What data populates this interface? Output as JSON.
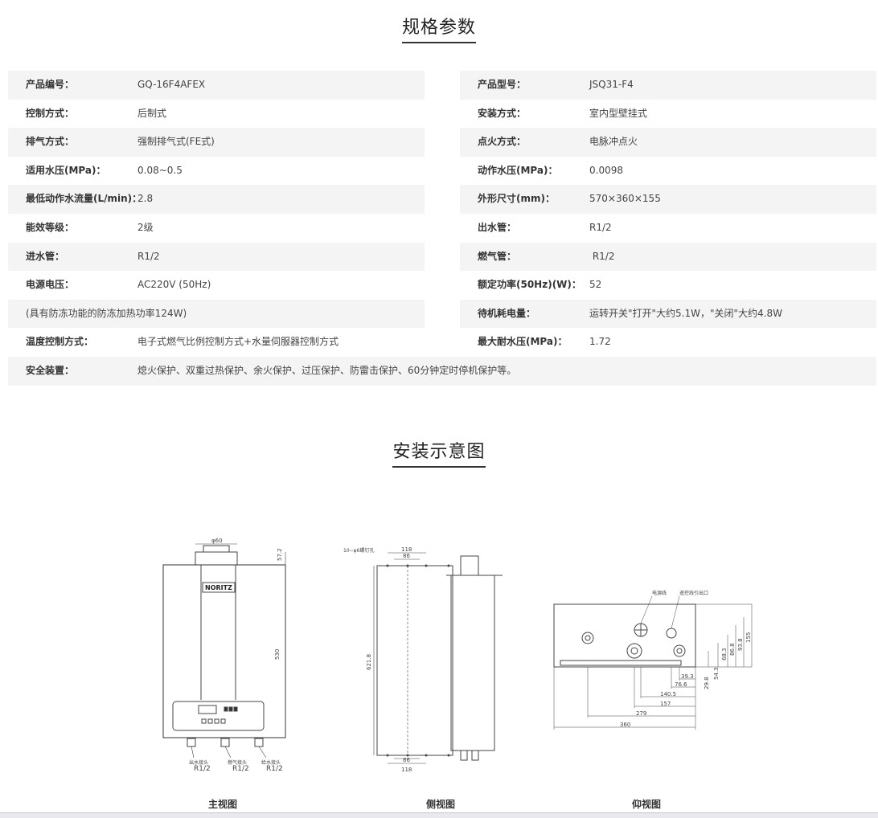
{
  "sections": {
    "specs_title": "规格参数",
    "install_title": "安装示意图"
  },
  "specs": {
    "rows": [
      {
        "l_label": "产品编号：",
        "l_value": "GQ-16F4AFEX",
        "r_label": "产品型号：",
        "r_value": "JSQ31-F4"
      },
      {
        "l_label": "控制方式：",
        "l_value": "后制式",
        "r_label": "安装方式：",
        "r_value": "室内型壁挂式"
      },
      {
        "l_label": "排气方式：",
        "l_value": "强制排气式(FE式)",
        "r_label": "点火方式：",
        "r_value": "电脉冲点火"
      },
      {
        "l_label": "适用水压(MPa)：",
        "l_value": "0.08~0.5",
        "r_label": "动作水压(MPa)：",
        "r_value": "0.0098"
      },
      {
        "l_label": "最低动作水流量(L/min)：",
        "l_value": "2.8",
        "r_label": "外形尺寸(mm)：",
        "r_value": "570×360×155"
      },
      {
        "l_label": "能效等级：",
        "l_value": "2级",
        "r_label": "出水管：",
        "r_value": "R1/2"
      },
      {
        "l_label": "进水管：",
        "l_value": "R1/2",
        "r_label": "燃气管：",
        "r_value": " R1/2"
      },
      {
        "l_label": "电源电压：",
        "l_value": "AC220V (50Hz)",
        "r_label": "额定功率(50Hz)(W)：",
        "r_value": "52"
      },
      {
        "l_text": "(具有防冻功能的防冻加热功率124W)",
        "r_label": "待机耗电量：",
        "r_value": "运转开关\"打开\"大约5.1W，\"关闭\"大约4.8W"
      },
      {
        "l_label": "温度控制方式：",
        "l_value": "电子式燃气比例控制方式+水量伺服器控制方式",
        "r_label": "最大耐水压(MPa)：",
        "r_value": "1.72"
      }
    ],
    "safety": {
      "label": "安全装置：",
      "value": "熄火保护、双重过热保护、余火保护、过压保护、防雷击保护、60分钟定时停机保护等。"
    }
  },
  "diagram": {
    "brand": "NORITZ",
    "front_labels": {
      "top_dim": "φ60",
      "dim_57": "57.2",
      "height": "530",
      "outlet": "出水接头",
      "gas": "燃气接头",
      "inlet": "给水接头",
      "r_out": "R1/2",
      "r_gas": "R1/2",
      "r_in": "R1/2"
    },
    "side_labels": {
      "holes": "10−φ6螺钉孔",
      "d118": "118",
      "d86": "86",
      "h621": "621.8",
      "d86b": "86",
      "d118b": "118"
    },
    "bottom_labels": {
      "power": "电源线",
      "remote": "遥控线引出口",
      "d155": "155",
      "d93": "93.8",
      "d86": "86.8",
      "d68": "68.3",
      "d54": "54.3",
      "d29": "29.8",
      "d39": "39.3",
      "d76": "76.6",
      "d140": "140.5",
      "d157": "157",
      "d279": "279",
      "d360": "360"
    },
    "captions": {
      "front": "主视图",
      "side": "侧视图",
      "bottom": "仰视图"
    }
  }
}
